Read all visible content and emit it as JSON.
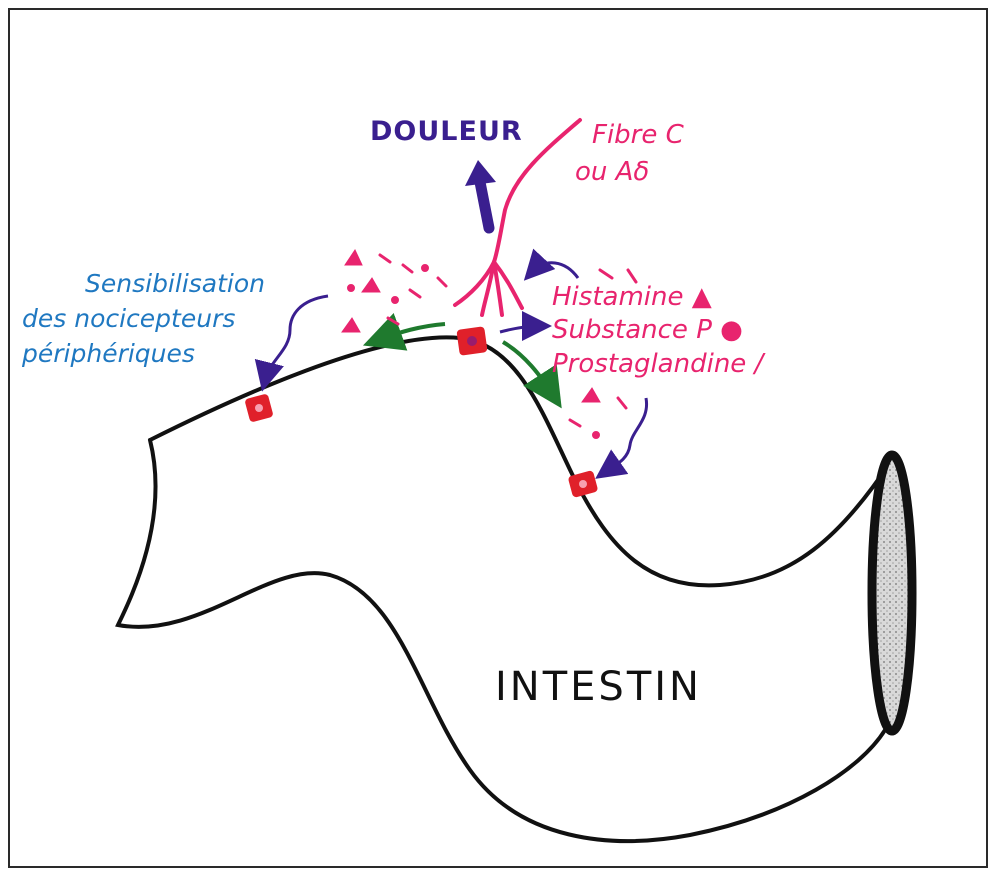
{
  "diagram": {
    "labels": {
      "douleur": "DOULEUR",
      "fibre_line1": "Fibre C",
      "fibre_line2": "ou Aδ",
      "sensib_line1": "Sensibilisation",
      "sensib_line2": "des nocicepteurs",
      "sensib_line3": "périphériques",
      "histamine": "Histamine ▲",
      "substance_p": "Substance P ●",
      "prostaglandine": "Prostaglandine /",
      "intestin": "INTESTIN"
    },
    "colors": {
      "outline": "#111111",
      "nerve": "#e8246e",
      "sensitization_arrow": "#3a1f8f",
      "release_arrow": "#1f7a2e",
      "receptor": "#e0202a",
      "lumen": "#cfcfcf",
      "blue_text": "#1f78c1"
    }
  }
}
